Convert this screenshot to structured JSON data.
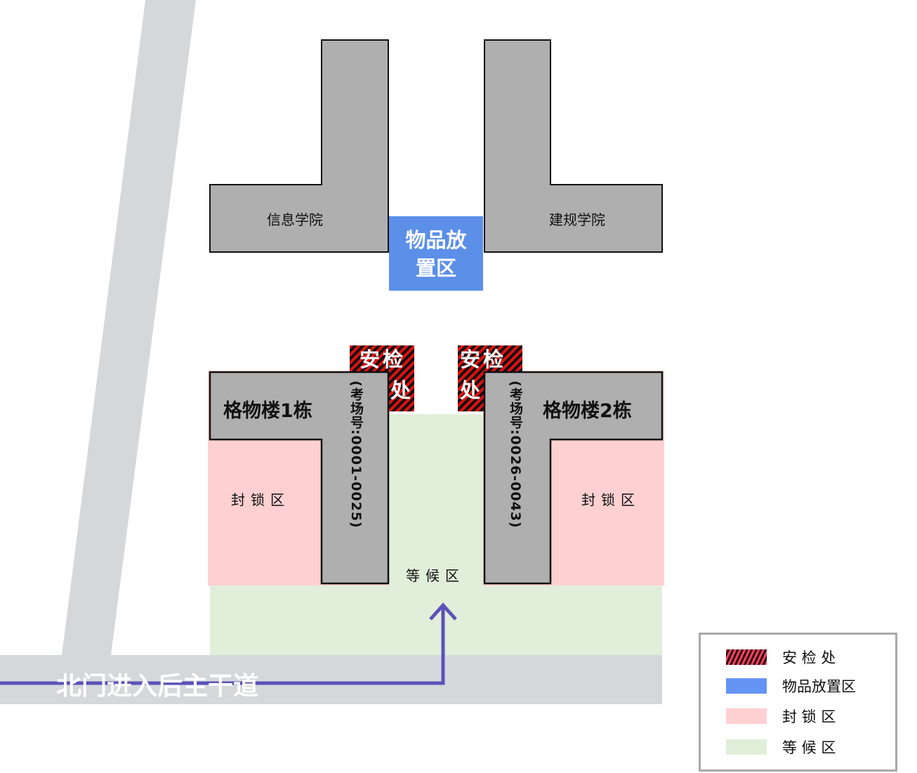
{
  "buildings": {
    "xinxi": "信息学院",
    "jiangui": "建规学院",
    "gewu1": "格物楼1栋",
    "gewu2": "格物楼2栋",
    "gewu1_rooms": "(考场号:0001-0025)",
    "gewu2_rooms": "(考场号:0026-0043)"
  },
  "zones": {
    "storage": "物品放置区",
    "storage_line1": "物品放",
    "storage_line2": "置区",
    "security_line1": "安检",
    "security_line2": "处",
    "locked": "封锁区",
    "waiting": "等候区"
  },
  "road": {
    "label": "北门进入后主干道"
  },
  "legend": [
    {
      "label": "安 检 处",
      "icon": "hatched-red"
    },
    {
      "label": "物品放置区",
      "color": "#6495f5"
    },
    {
      "label": "封 锁 区",
      "color": "#ffd0d2"
    },
    {
      "label": "等 候 区",
      "color": "#e1eed9"
    }
  ],
  "colors": {
    "building": "#afafaf",
    "road": "#d5d8db",
    "route": "#5a52b8",
    "storage": "#5b8fe8",
    "locked": "#ffd0d2",
    "waiting": "#e1eed9"
  }
}
